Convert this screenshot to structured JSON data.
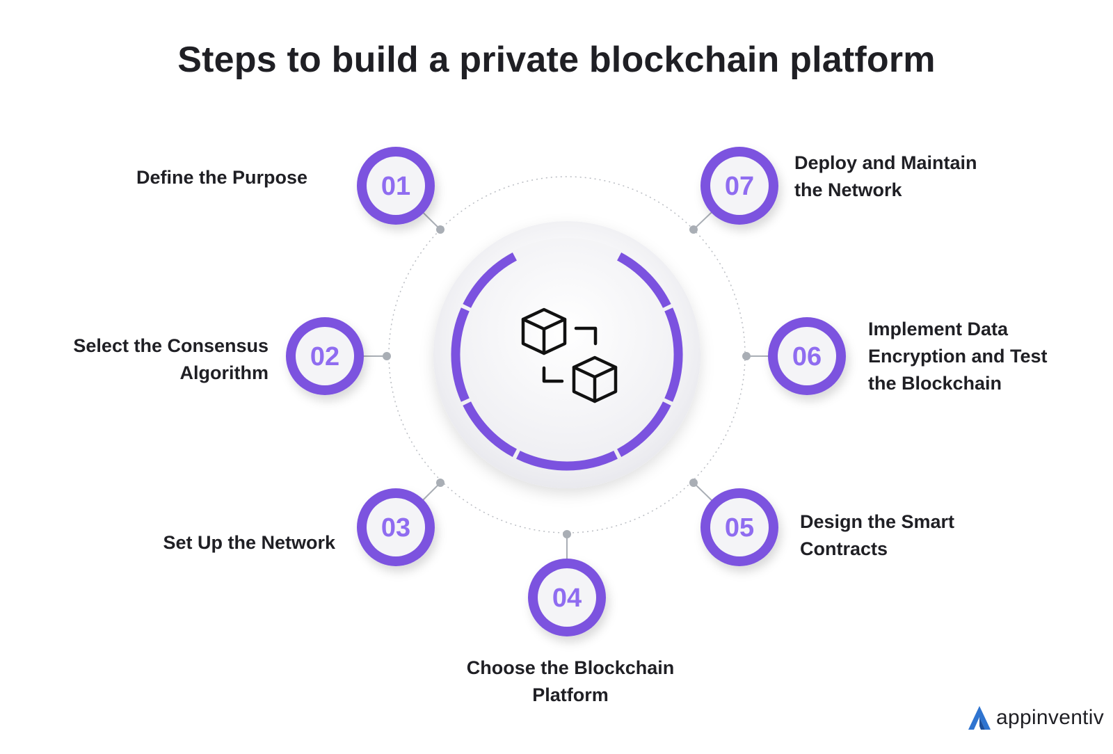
{
  "title": "Steps to build a private blockchain platform",
  "accent_color": "#7b52df",
  "accent_light": "#8f6cf0",
  "connector_color": "#a9aeb5",
  "steps": [
    {
      "number": "01",
      "label_lines": [
        "Define the Purpose"
      ]
    },
    {
      "number": "02",
      "label_lines": [
        "Select the Consensus",
        "Algorithm"
      ]
    },
    {
      "number": "03",
      "label_lines": [
        "Set Up the Network"
      ]
    },
    {
      "number": "04",
      "label_lines": [
        "Choose the Blockchain",
        "Platform"
      ]
    },
    {
      "number": "05",
      "label_lines": [
        "Design the Smart",
        "Contracts"
      ]
    },
    {
      "number": "06",
      "label_lines": [
        "Implement Data",
        "Encryption and Test",
        "the Blockchain"
      ]
    },
    {
      "number": "07",
      "label_lines": [
        "Deploy and Maintain",
        "the Network"
      ]
    }
  ],
  "center_icon": "blockchain-blocks-icon",
  "brand": {
    "name": "appinventiv",
    "icon": "appinventiv-logo-icon"
  }
}
